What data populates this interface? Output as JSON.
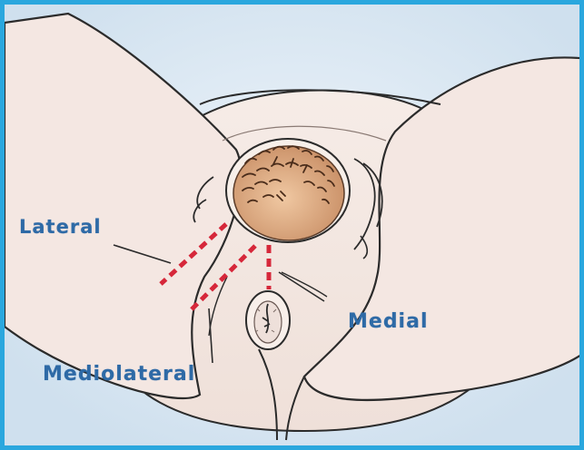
{
  "diagram": {
    "labels": {
      "lateral": "Lateral",
      "medial": "Medial",
      "mediolateral": "Mediolateral"
    },
    "colors": {
      "frame_border": "#2aa7de",
      "background": "#d9e8f3",
      "skin": "#f3e6e0",
      "outline": "#2b2b2b",
      "incision": "#d6273a",
      "label_text": "#2e6aa6",
      "head": "#d9a67e"
    }
  }
}
